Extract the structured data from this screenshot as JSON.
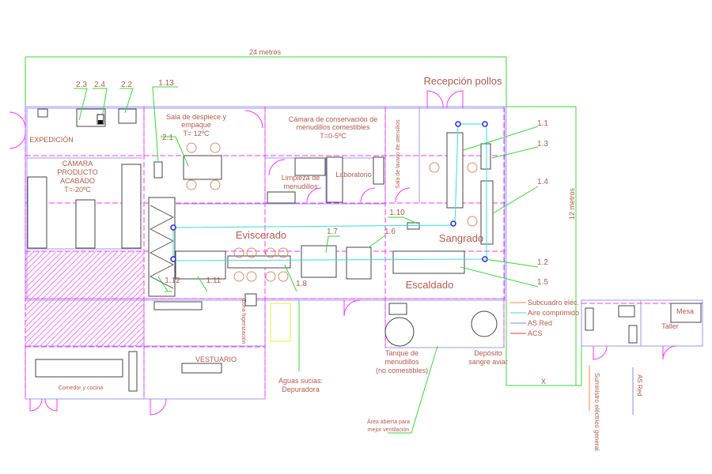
{
  "dimensions": {
    "width_label": "24 metros",
    "height_label": "12 metros"
  },
  "rooms": {
    "expedicion": "EXPEDICIÓN",
    "camara_producto": [
      "CÁMARA",
      "PRODUCTO",
      "ACABADO",
      "T=-20ºC"
    ],
    "sala_despiece": [
      "Sala de despiece y",
      "empaque",
      "T= 12ºC"
    ],
    "camara_menudillos": [
      "Cámara de conservación de",
      "menudillos comestibles",
      "T=0-5ºC"
    ],
    "limpieza_menudillos": [
      "Limpieza de",
      "menudillos"
    ],
    "laboratorio": "Laboratorio",
    "sala_lavado": "Sala de lavado de utensilios",
    "recepcion": "Recepción pollos",
    "eviscerado": "Eviscerado",
    "sangrado": "Sangrado",
    "escaldado": "Escaldado",
    "zona_higienizacion": "Zona higenización",
    "vestuario": "VESTUARIO",
    "comedor": "Comedor y cocina",
    "aguas_sucias": [
      "Aguas sucias:",
      "Depuradora"
    ],
    "tanque": [
      "Tanque de",
      "menudillos",
      "(no comestibles)"
    ],
    "deposito": [
      "Depósito",
      "sangre aviar"
    ],
    "mesa": "Mesa",
    "taller": "Taller",
    "area_abierta": [
      "Área abierta para",
      "mejor ventilación"
    ],
    "x_mark": "X"
  },
  "equipment_labels": [
    "2.3",
    "2.4",
    "2.2",
    "1.13",
    "2.1",
    "1.1",
    "1.3",
    "1.4",
    "1.2",
    "1.5",
    "1.10",
    "1.6",
    "1.7",
    "1.12",
    "1.11",
    "1.8"
  ],
  "legend": [
    {
      "label": "Subcuadro eléc.",
      "color": "#ff8844"
    },
    {
      "label": "Aire comprimido",
      "color": "#33e0e8"
    },
    {
      "label": "AS Red",
      "color": "#8888ff"
    },
    {
      "label": "ACS",
      "color": "#ff3333"
    }
  ],
  "supply": {
    "electric": "Suministro eléctrico general",
    "water": "AS Red"
  }
}
